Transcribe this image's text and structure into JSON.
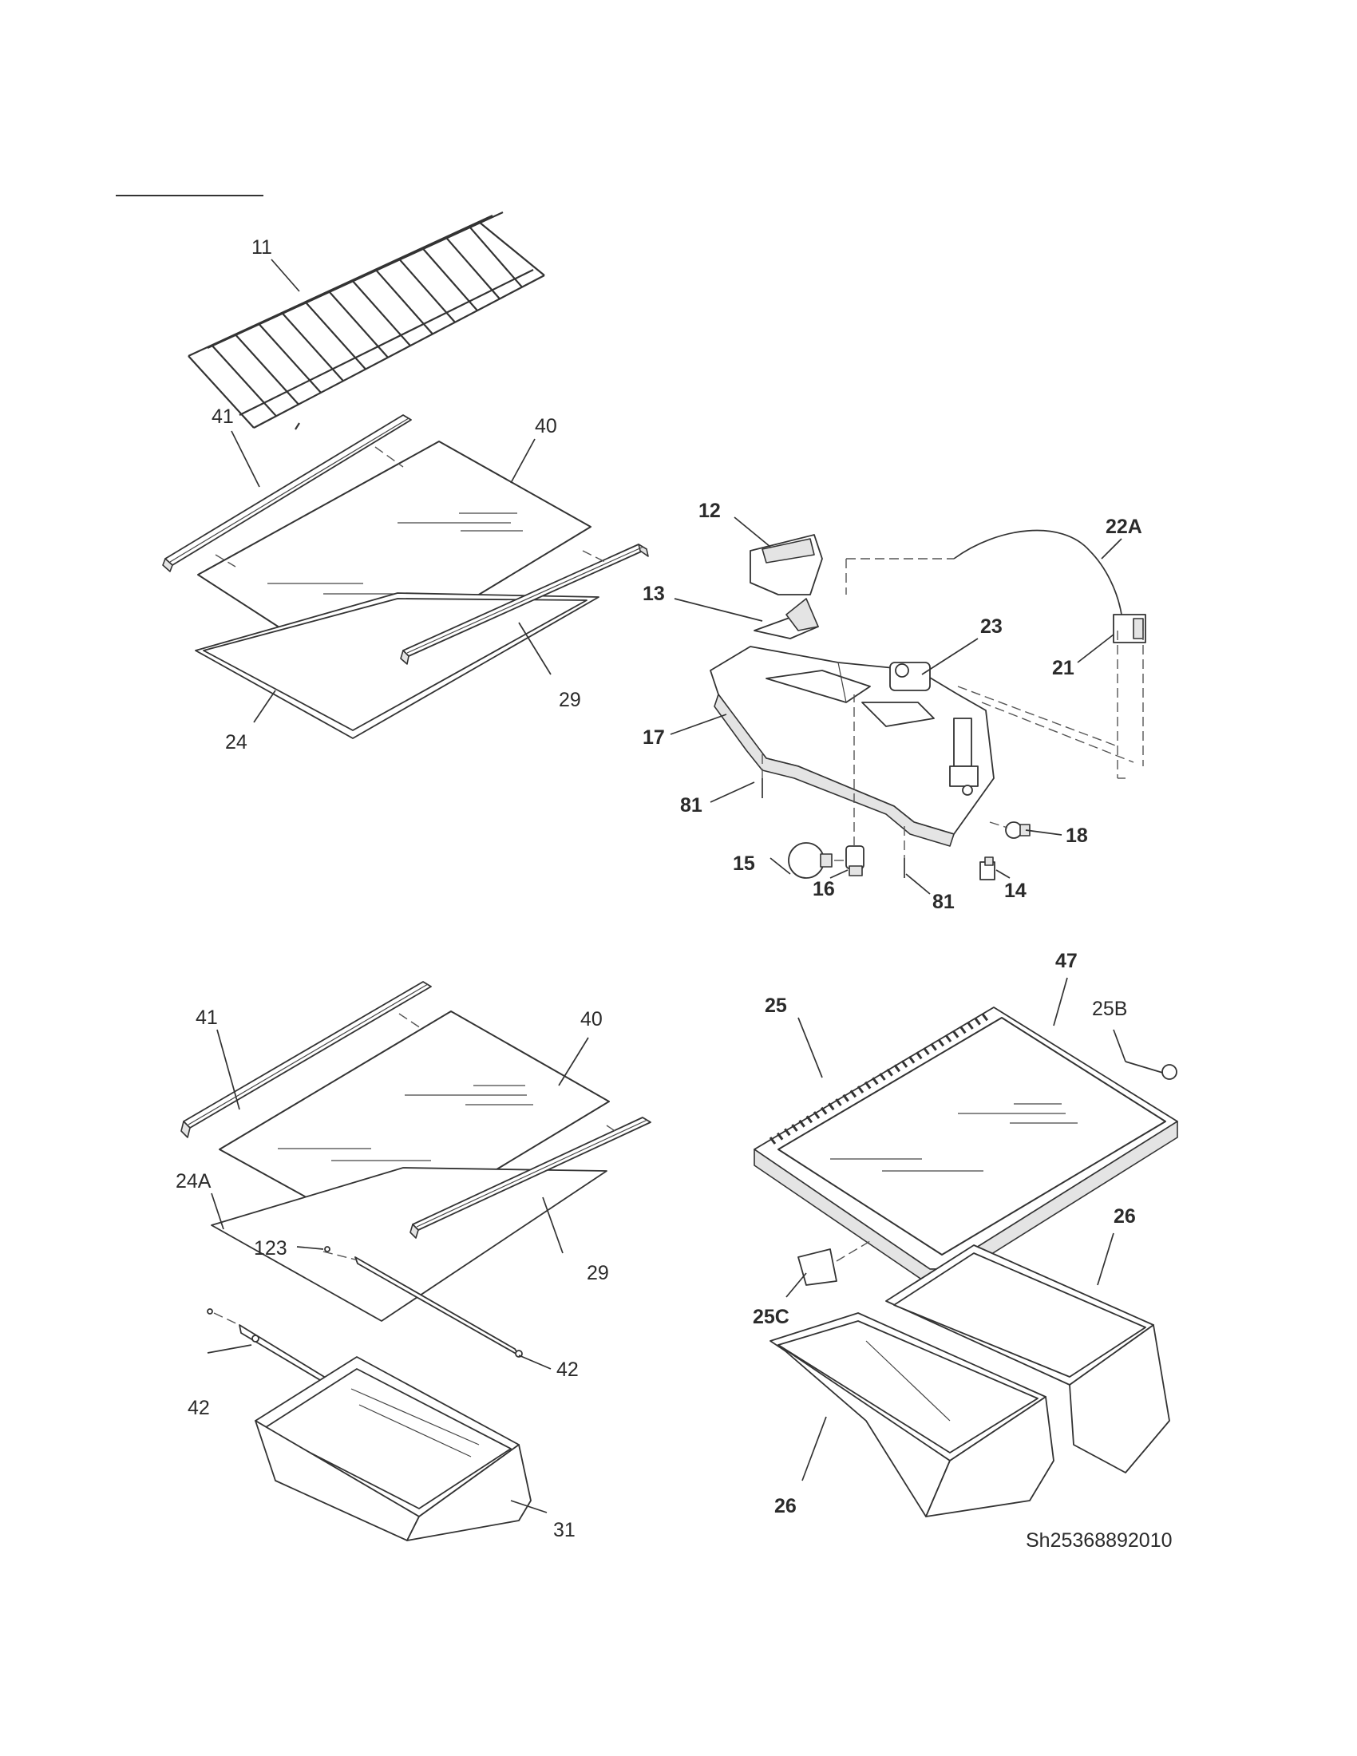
{
  "diagram_id": "Sh25368892010",
  "callouts": [
    {
      "id": "c-11",
      "text": "11"
    },
    {
      "id": "c-41a",
      "text": "41"
    },
    {
      "id": "c-40a",
      "text": "40"
    },
    {
      "id": "c-29a",
      "text": "29"
    },
    {
      "id": "c-24",
      "text": "24"
    },
    {
      "id": "c-12",
      "text": "12"
    },
    {
      "id": "c-22A",
      "text": "22A"
    },
    {
      "id": "c-13",
      "text": "13"
    },
    {
      "id": "c-23",
      "text": "23"
    },
    {
      "id": "c-21",
      "text": "21"
    },
    {
      "id": "c-17",
      "text": "17"
    },
    {
      "id": "c-81a",
      "text": "81"
    },
    {
      "id": "c-18",
      "text": "18"
    },
    {
      "id": "c-15",
      "text": "15"
    },
    {
      "id": "c-16",
      "text": "16"
    },
    {
      "id": "c-81b",
      "text": "81"
    },
    {
      "id": "c-14",
      "text": "14"
    },
    {
      "id": "c-41b",
      "text": "41"
    },
    {
      "id": "c-40b",
      "text": "40"
    },
    {
      "id": "c-24A",
      "text": "24A"
    },
    {
      "id": "c-123",
      "text": "123"
    },
    {
      "id": "c-29b",
      "text": "29"
    },
    {
      "id": "c-42a",
      "text": "42"
    },
    {
      "id": "c-42b",
      "text": "42"
    },
    {
      "id": "c-31",
      "text": "31"
    },
    {
      "id": "c-47",
      "text": "47"
    },
    {
      "id": "c-25",
      "text": "25"
    },
    {
      "id": "c-25B",
      "text": "25B"
    },
    {
      "id": "c-26a",
      "text": "26"
    },
    {
      "id": "c-25C",
      "text": "25C"
    },
    {
      "id": "c-26b",
      "text": "26"
    }
  ]
}
